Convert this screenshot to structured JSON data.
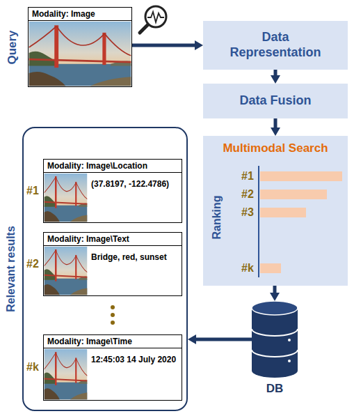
{
  "diagram": {
    "nodes": [
      {
        "text": [
          "Modality: Image"
        ]
      },
      {
        "text": [
          "Data Representation"
        ]
      },
      {
        "text": [
          "Data Fusion"
        ]
      },
      {
        "text": [
          "Multimodal Search"
        ]
      },
      {
        "text": [
          "DB"
        ]
      },
      {
        "text": [
          "Relevant results"
        ]
      },
      {
        "text": [
          "Modality: Image\\Location",
          "(37.8197, -122.4786)"
        ],
        "in": 5
      },
      {
        "text": [
          "Modality: Image\\Text",
          "Bridge, red, sunset"
        ],
        "in": 5
      },
      {
        "text": [
          "Modality: Image\\Time",
          "12:45:03 14 July 2020"
        ],
        "in": 5
      }
    ],
    "edges": [
      {
        "from": 0,
        "to": 1,
        "arrow": "to"
      },
      {
        "from": 1,
        "to": 2,
        "arrow": "to"
      },
      {
        "from": 2,
        "to": 3,
        "arrow": "to"
      },
      {
        "from": 3,
        "to": 4,
        "arrow": "to"
      },
      {
        "from": 4,
        "to": 5,
        "arrow": "to"
      }
    ],
    "labels": [
      "Query",
      "Ranking",
      "#1",
      "#2",
      "#3",
      "#k",
      "#1",
      "#2",
      "#k"
    ]
  }
}
